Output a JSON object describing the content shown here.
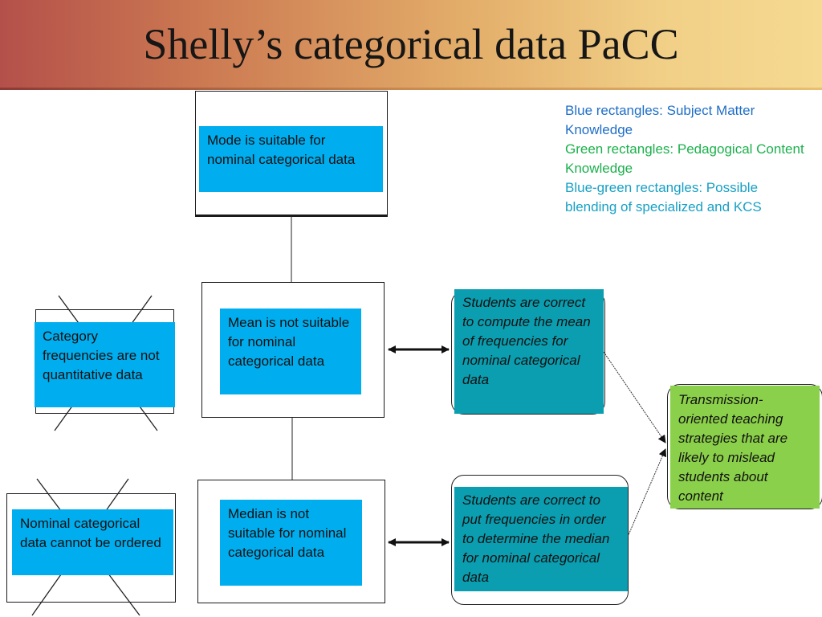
{
  "slide": {
    "title": "Shelly’s categorical data PaCC",
    "colors": {
      "subject_matter_blue": "#00aeef",
      "blended_teal": "#0a9eb0",
      "pedagogical_green": "#8bd04a",
      "legend_blue_text": "#1f6ec7",
      "legend_green_text": "#1bb04c",
      "legend_teal_text": "#18a0c4"
    }
  },
  "legend": {
    "blue": "Blue rectangles: Subject Matter Knowledge",
    "green": "Green rectangles: Pedagogical Content Knowledge",
    "blue_green": "Blue-green rectangles: Possible blending of specialized and KCS"
  },
  "boxes": {
    "mode": "Mode is suitable for nominal categorical data",
    "mean": "Mean is not suitable for nominal categorical data",
    "median": "Median is not suitable for nominal categorical data",
    "category_frequencies": "Category frequencies are not quantitative data",
    "nominal_ordered": "Nominal categorical data cannot be ordered",
    "students_mean": "Students are correct to compute the mean of frequencies for nominal categorical data",
    "students_median": "Students are correct to put frequencies in order to determine the median for nominal categorical data",
    "transmission": "Transmission-oriented teaching strategies that are likely to mislead students about content"
  },
  "icons": {
    "cross_out": "x-cross-icon",
    "double_arrow": "double-arrow-icon",
    "arrowhead": "arrowhead-icon"
  }
}
